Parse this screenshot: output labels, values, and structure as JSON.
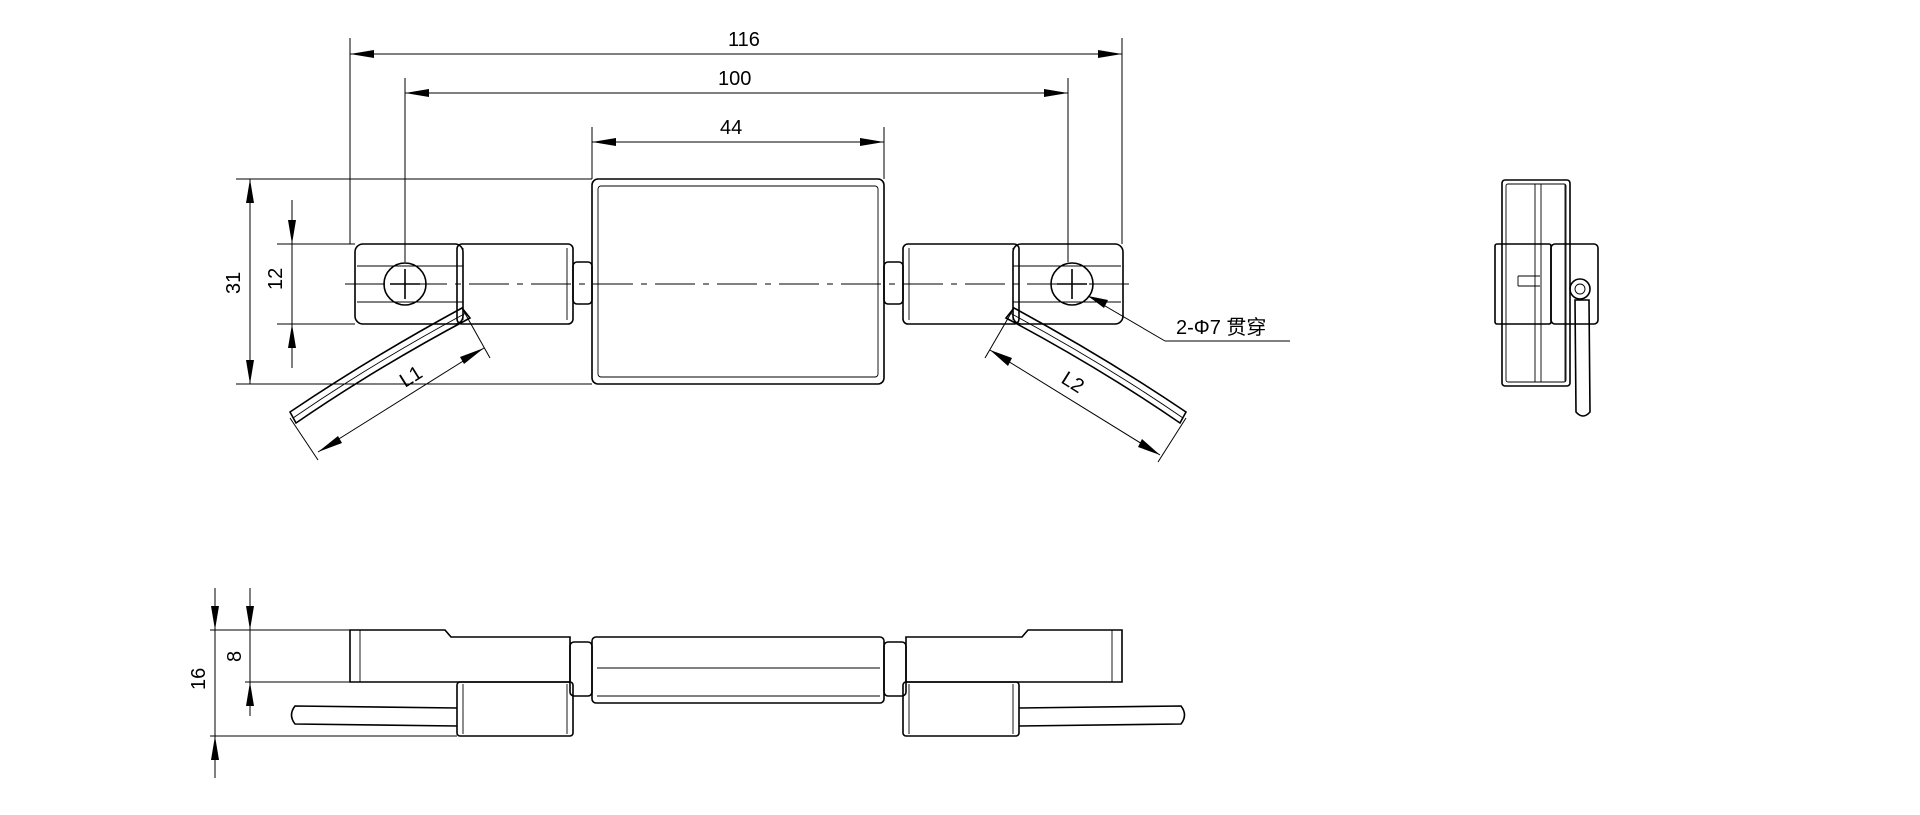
{
  "dimensions": {
    "overall_width": "116",
    "hole_spacing": "100",
    "body_width": "44",
    "overall_height": "31",
    "hole_height": "12",
    "cable_left": "L1",
    "cable_right": "L2",
    "hole_note": "2-Φ7 贯穿",
    "side_total": "16",
    "side_half": "8"
  },
  "icons": {
    "hole": "screw-hole-icon",
    "small_screw": "side-screw-icon"
  }
}
